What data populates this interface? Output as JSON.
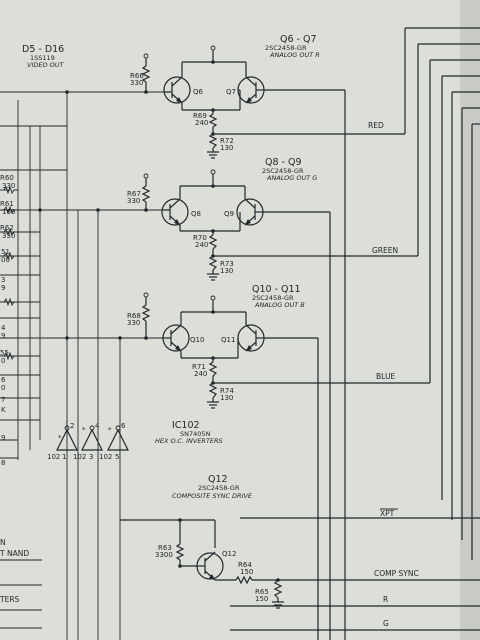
{
  "labels": {
    "d5_d16": "D5 - D16",
    "d5_part": "1SS119",
    "d5_func": "VIDEO OUT",
    "q6_q7": "Q6 - Q7",
    "q6_part": "2SC2458-GR",
    "q6_func": "ANALOG OUT R",
    "q8_q9": "Q8 - Q9",
    "q8_part": "2SC2458-GR",
    "q8_func": "ANALOG OUT G",
    "q10_q11": "Q10 - Q11",
    "q10_part": "2SC2458-GR",
    "q10_func": "ANALOG OUT B",
    "ic102": "IC102",
    "ic102_part": "SN7405N",
    "ic102_func": "HEX O.C. INVERTERS",
    "q12": "Q12",
    "q12_part": "2SC2458-GR",
    "q12_func": "COMPOSITE SYNC DRIVE",
    "gate1_num": "102",
    "gate1_sub": "1",
    "gate2_num": "102",
    "gate2_sub": "3",
    "gate3_num": "102",
    "gate3_sub": "5",
    "gate1_pin": "2",
    "gate2_pin": "4",
    "gate3_pin": "6",
    "nand_text": "T NAND",
    "n_text": "N",
    "ters_text": "TERS"
  },
  "components": {
    "r66_ref": "R66",
    "r66_val": "330",
    "q6": "Q6",
    "q7": "Q7",
    "r69_ref": "R69",
    "r69_val": "240",
    "r72_ref": "R72",
    "r72_val": "130",
    "r67_ref": "R67",
    "r67_val": "330",
    "q8": "Q8",
    "q9": "Q9",
    "r70_ref": "R70",
    "r70_val": "240",
    "r73_ref": "R73",
    "r73_val": "130",
    "r68_ref": "R68",
    "r68_val": "330",
    "q10": "Q10",
    "q11": "Q11",
    "r71_ref": "R71",
    "r71_val": "240",
    "r74_ref": "R74",
    "r74_val": "130",
    "r63_ref": "R63",
    "r63_val": "3300",
    "q12c": "Q12",
    "r64_ref": "R64",
    "r64_val": "150",
    "r65_ref": "R65",
    "r65_val": "150"
  },
  "left_fragments": [
    "R60",
    "330",
    "R61",
    "160",
    "R62",
    "330",
    "51",
    "00",
    "3",
    "9",
    "4",
    "9",
    "55",
    "0",
    "6",
    "0",
    "7",
    "K",
    "9",
    "8"
  ],
  "signals": {
    "red": "RED",
    "green": "GREEN",
    "blue": "BLUE",
    "xpt": "XPT",
    "comp_sync": "COMP SYNC",
    "r": "R",
    "g": "G"
  }
}
